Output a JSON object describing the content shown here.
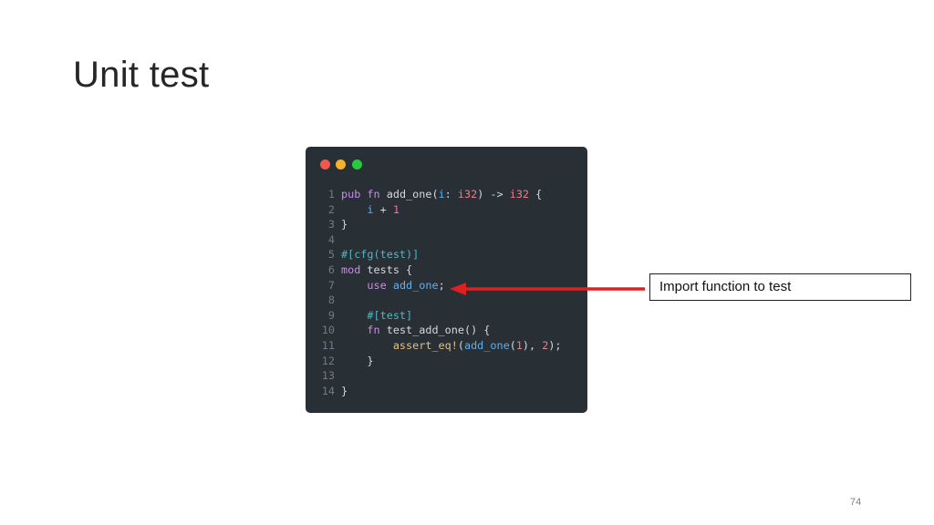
{
  "slide": {
    "title": "Unit test",
    "page_number": "74",
    "note": "Import function to test",
    "accent_color": "#e02020"
  },
  "code_window": {
    "window_buttons": [
      "close",
      "minimize",
      "maximize"
    ],
    "lines": [
      {
        "n": "1",
        "tokens": [
          {
            "t": "pub ",
            "c": "kw"
          },
          {
            "t": "fn ",
            "c": "kw"
          },
          {
            "t": "add_one",
            "c": "pun"
          },
          {
            "t": "(",
            "c": "pun"
          },
          {
            "t": "i",
            "c": "var"
          },
          {
            "t": ": ",
            "c": "pun"
          },
          {
            "t": "i32",
            "c": "ty"
          },
          {
            "t": ") -> ",
            "c": "pun"
          },
          {
            "t": "i32",
            "c": "ty"
          },
          {
            "t": " {",
            "c": "pun"
          }
        ]
      },
      {
        "n": "2",
        "tokens": [
          {
            "t": "    ",
            "c": "pun"
          },
          {
            "t": "i",
            "c": "var"
          },
          {
            "t": " + ",
            "c": "pun"
          },
          {
            "t": "1",
            "c": "num"
          }
        ]
      },
      {
        "n": "3",
        "tokens": [
          {
            "t": "}",
            "c": "pun"
          }
        ]
      },
      {
        "n": "4",
        "tokens": []
      },
      {
        "n": "5",
        "tokens": [
          {
            "t": "#[cfg(test)]",
            "c": "attr"
          }
        ]
      },
      {
        "n": "6",
        "tokens": [
          {
            "t": "mod ",
            "c": "kw"
          },
          {
            "t": "tests {",
            "c": "pun"
          }
        ]
      },
      {
        "n": "7",
        "tokens": [
          {
            "t": "    ",
            "c": "pun"
          },
          {
            "t": "use ",
            "c": "kw"
          },
          {
            "t": "add_one",
            "c": "fnn"
          },
          {
            "t": ";",
            "c": "pun"
          }
        ]
      },
      {
        "n": "8",
        "tokens": []
      },
      {
        "n": "9",
        "tokens": [
          {
            "t": "    ",
            "c": "pun"
          },
          {
            "t": "#[test]",
            "c": "attr"
          }
        ]
      },
      {
        "n": "10",
        "tokens": [
          {
            "t": "    ",
            "c": "pun"
          },
          {
            "t": "fn ",
            "c": "kw"
          },
          {
            "t": "test_add_one",
            "c": "pun"
          },
          {
            "t": "() {",
            "c": "pun"
          }
        ]
      },
      {
        "n": "11",
        "tokens": [
          {
            "t": "        ",
            "c": "pun"
          },
          {
            "t": "assert_eq!",
            "c": "mac"
          },
          {
            "t": "(",
            "c": "pun"
          },
          {
            "t": "add_one",
            "c": "fnn"
          },
          {
            "t": "(",
            "c": "pun"
          },
          {
            "t": "1",
            "c": "num"
          },
          {
            "t": "), ",
            "c": "pun"
          },
          {
            "t": "2",
            "c": "num"
          },
          {
            "t": ");",
            "c": "pun"
          }
        ]
      },
      {
        "n": "12",
        "tokens": [
          {
            "t": "    }",
            "c": "pun"
          }
        ]
      },
      {
        "n": "13",
        "tokens": []
      },
      {
        "n": "14",
        "tokens": [
          {
            "t": "}",
            "c": "pun"
          }
        ]
      }
    ]
  }
}
